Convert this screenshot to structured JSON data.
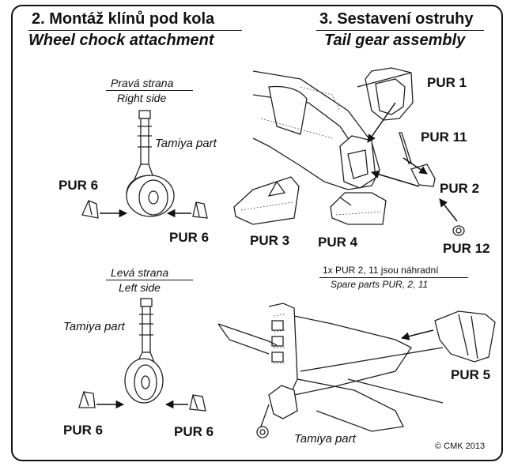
{
  "left_section": {
    "title_cz": "2. Montáž klínů pod kola",
    "title_en": "Wheel chock attachment",
    "right_side_cz": "Pravá strana",
    "right_side_en": "Right side",
    "left_side_cz": "Levá strana",
    "left_side_en": "Left side",
    "tamiya_label": "Tamiya part",
    "part_label": "PUR 6"
  },
  "right_section": {
    "title_cz": "3. Sestavení ostruhy",
    "title_en": "Tail gear assembly",
    "pur1": "PUR 1",
    "pur11": "PUR  11",
    "pur2": "PUR 2",
    "pur12": "PUR  12",
    "pur3": "PUR 3",
    "pur4": "PUR 4",
    "pur5": "PUR 5",
    "spare_cz": "1x PUR 2, 11 jsou náhradní",
    "spare_en": "Spare parts PUR, 2, 11",
    "tamiya_label": "Tamiya part"
  },
  "copyright": "© CMK 2013"
}
